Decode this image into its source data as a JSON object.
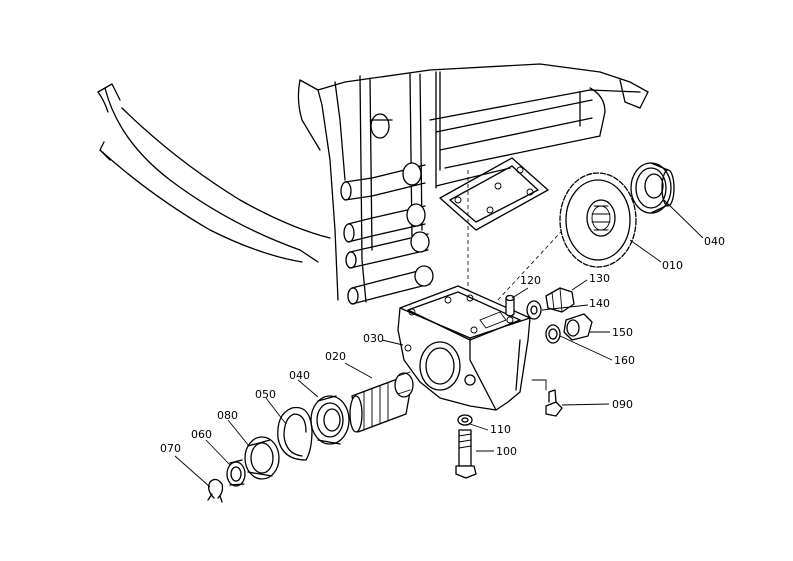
{
  "labels": {
    "p010": "010",
    "p020": "020",
    "p030": "030",
    "p040_top": "040",
    "p040_left": "040",
    "p050": "050",
    "p060": "060",
    "p070": "070",
    "p080": "080",
    "p090": "090",
    "p100": "100",
    "p110": "110",
    "p120": "120",
    "p130": "130",
    "p140": "140",
    "p150": "150",
    "p160": "160"
  }
}
